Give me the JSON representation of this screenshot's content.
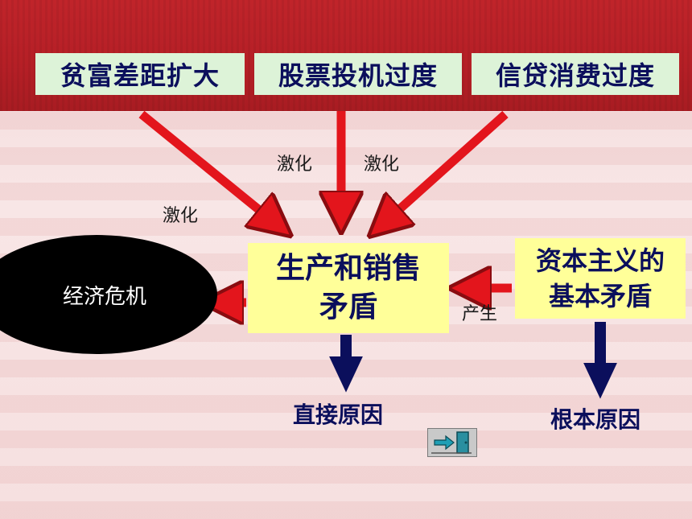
{
  "causes": [
    "贫富差距扩大",
    "股票投机过度",
    "信贷消费过度"
  ],
  "intensify_labels": [
    "激化",
    "激化",
    "激化"
  ],
  "contradiction": {
    "line1": "生产和销售",
    "line2": "矛盾"
  },
  "root_contradiction": {
    "line1": "资本主义的",
    "line2": "基本矛盾"
  },
  "produce_label": "产生",
  "crisis_label": "经济危机",
  "direct_cause_label": "直接原因",
  "root_cause_label": "根本原因",
  "colors": {
    "band_red": "#b51f26",
    "arrow_red": "#e3151c",
    "dark_blue": "#0b0f5c",
    "green_box": "#ddf3d8",
    "yellow_box": "#ffff99"
  },
  "icons": {
    "exit": "exit-door-icon"
  }
}
